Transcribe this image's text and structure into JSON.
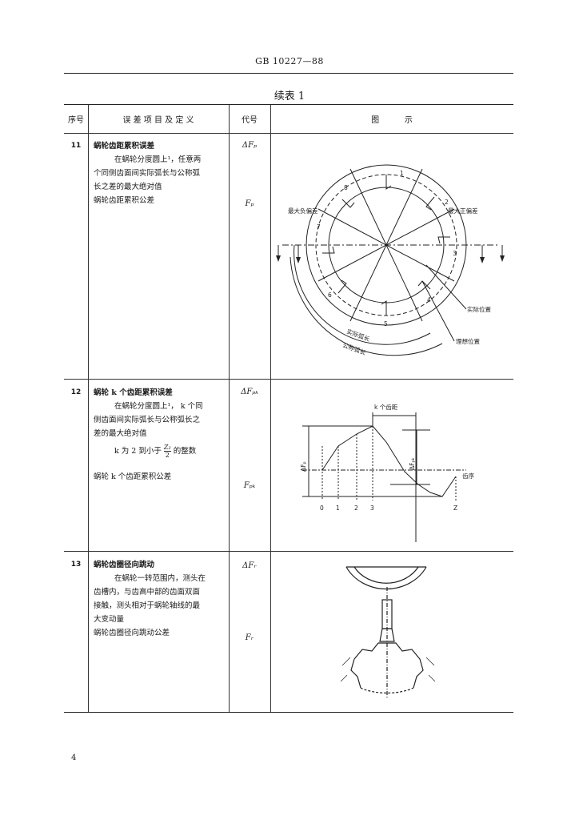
{
  "header": {
    "standard": "GB 10227—88"
  },
  "caption": "续表 1",
  "columns": {
    "no": "序号",
    "item": "误 差 项 目 及 定 义",
    "code": "代号",
    "figure": "图          示"
  },
  "rows": [
    {
      "no": "11",
      "title": "蜗轮齿距累积误差",
      "definition": [
        "在蜗轮分度圆上¹，任意两",
        "个同侧齿面间实际弧长与公称弧",
        "长之差的最大绝对值"
      ],
      "tolerance": "蜗轮齿距累积公差",
      "code_error": "ΔFₚ",
      "code_tol": "Fₚ",
      "fig": {
        "max_neg": "最大负偏差",
        "max_pos": "最大正偏差",
        "actual_pos": "实际位置",
        "ideal_pos": "理想位置",
        "actual_arc": "实际弧长",
        "nominal_arc": "公称弧长",
        "n1": "1",
        "n2": "2",
        "n3": "3",
        "n4": "4",
        "n5": "5",
        "n6": "6",
        "n7": "7",
        "n8": "8"
      }
    },
    {
      "no": "12",
      "title": "蜗轮 k 个齿距累积误差",
      "definition": [
        "在蜗轮分度圆上¹， k 个同",
        "侧齿面间实际弧长与公称弧长之",
        "差的最大绝对值"
      ],
      "k_line": {
        "pre": "k 为 2 到小于",
        "num": "Z₂",
        "den": "2",
        "post": "的整数"
      },
      "tolerance": "蜗轮 k 个齿距累积公差",
      "code_error": "ΔFₚₖ",
      "code_tol": "Fₚₖ",
      "fig": {
        "k_teeth": "k 个齿距",
        "fp": "ΔFₚ",
        "fpk": "ΔFₚₖ",
        "tooth_seq": "齿序",
        "t0": "0",
        "t1": "1",
        "t2": "2",
        "t3": "3",
        "tz": "Z"
      }
    },
    {
      "no": "13",
      "title": "蜗轮齿圈径向跳动",
      "definition": [
        "在蜗轮一转范围内，测头在",
        "齿槽内，与齿高中部的齿面双面",
        "接触，测头相对于蜗轮轴线的最",
        "大变动量"
      ],
      "tolerance": "蜗轮齿圈径向跳动公差",
      "code_error": "ΔFᵣ",
      "code_tol": "Fᵣ"
    }
  ],
  "page_number": "4"
}
